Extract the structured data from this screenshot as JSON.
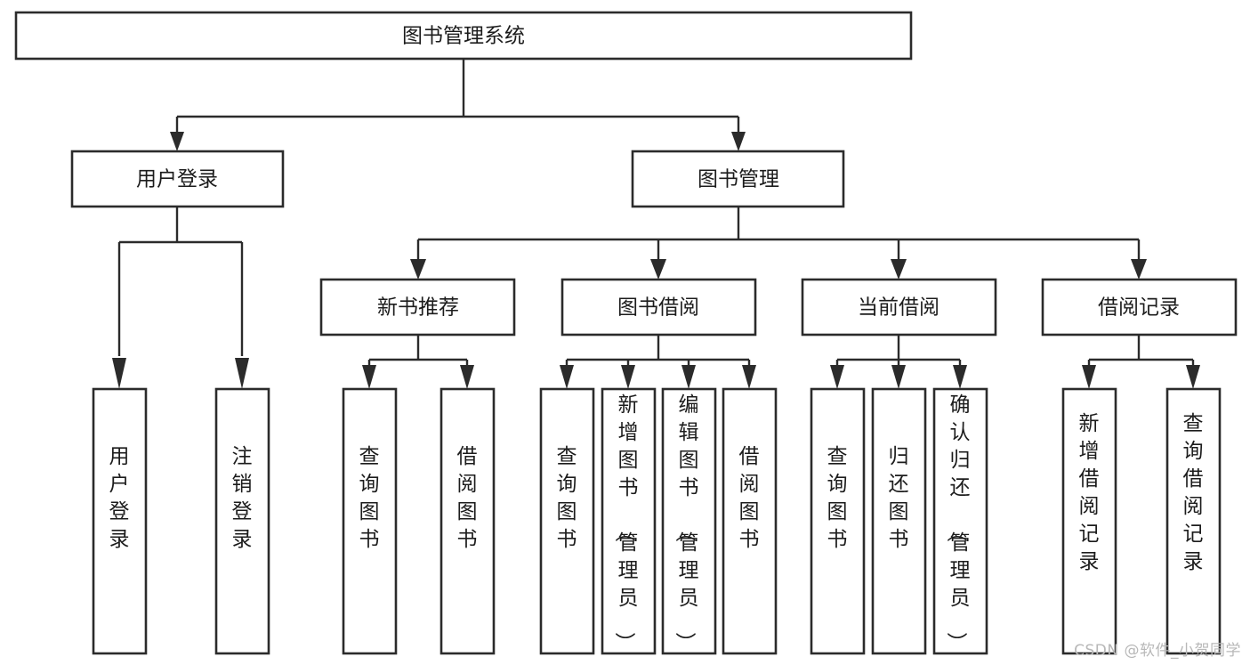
{
  "diagram": {
    "type": "tree",
    "title": "图书管理系统",
    "orientation": "top-down",
    "root": {
      "label": "图书管理系统"
    },
    "level2": [
      {
        "label": "用户登录"
      },
      {
        "label": "图书管理"
      }
    ],
    "level3": [
      {
        "label": "新书推荐"
      },
      {
        "label": "图书借阅"
      },
      {
        "label": "当前借阅"
      },
      {
        "label": "借阅记录"
      }
    ],
    "leaves": {
      "user_login": [
        {
          "label": "用户登录"
        },
        {
          "label": "注销登录"
        }
      ],
      "new_book_recommend": [
        {
          "label": "查询图书"
        },
        {
          "label": "借阅图书"
        }
      ],
      "book_borrow": [
        {
          "label": "查询图书"
        },
        {
          "label": "新增图书（管理员）"
        },
        {
          "label": "编辑图书（管理员）"
        },
        {
          "label": "借阅图书"
        }
      ],
      "current_borrow": [
        {
          "label": "查询图书"
        },
        {
          "label": "归还图书"
        },
        {
          "label": "确认归还（管理员）"
        }
      ],
      "borrow_records": [
        {
          "label": "新增借阅记录"
        },
        {
          "label": "查询借阅记录"
        }
      ]
    }
  },
  "watermark": {
    "text": "CSDN @软件_小贺同学"
  },
  "colors": {
    "stroke": "#2b2b2b",
    "fill": "#ffffff",
    "text": "#1c1c1c",
    "watermark": "#b8b8b8"
  }
}
